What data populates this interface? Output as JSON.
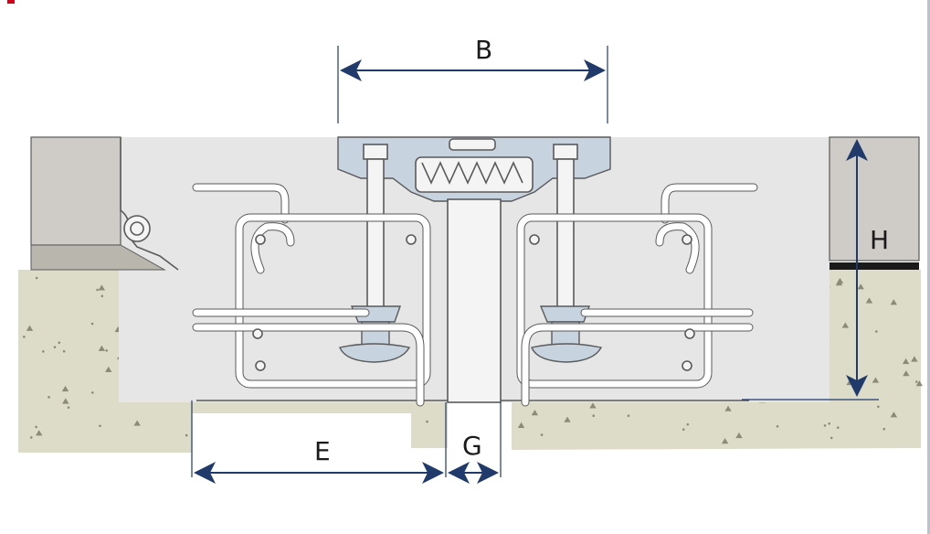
{
  "labels": {
    "b": "B",
    "h": "H",
    "e": "E",
    "g": "G"
  },
  "colors": {
    "dimension": "#1f3a6b",
    "concrete": "#dcdcc8",
    "concrete_dots": "#8b8b7a",
    "housing": "#e6e6e6",
    "outline": "#5a5a5a",
    "metal": "#f4f4f4",
    "seal_blue": "#c7d3df",
    "cover_block": "#cfcbc6",
    "membrane": "#1a1a1a",
    "accent_red": "#d0021b",
    "frame_edge": "#b8c3cf"
  },
  "icons": {
    "expansion_joint": "expansion-joint-drawing"
  }
}
